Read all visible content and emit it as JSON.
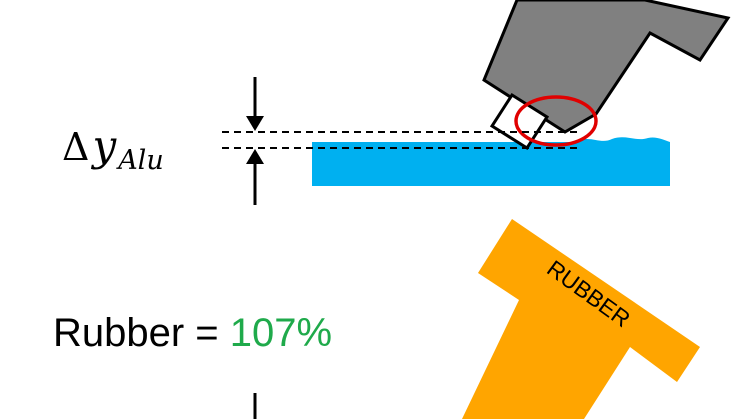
{
  "measurement": {
    "delta": "Δ",
    "variable": "y",
    "subscript": "Alu"
  },
  "result": {
    "label": "Rubber = ",
    "value": "107%"
  },
  "stamp": {
    "text": "RUBBER"
  },
  "colors": {
    "water": "#00b0f0",
    "metal_tool": "#808080",
    "rubber_tool": "#ffa500",
    "highlight_ring": "#e00000",
    "value_green": "#1faa4b",
    "ink": "#000000"
  }
}
